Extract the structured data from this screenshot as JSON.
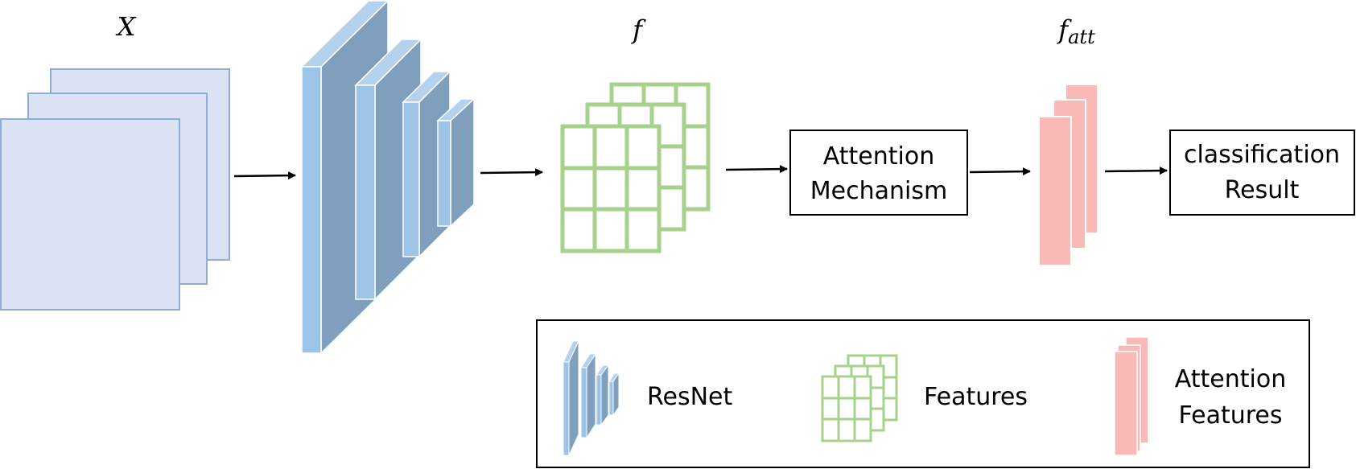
{
  "input": {
    "symbol": "X"
  },
  "features": {
    "symbol": "f"
  },
  "attention_features": {
    "symbol_base": "f",
    "symbol_sub": "att"
  },
  "attention_box": {
    "line1": "Attention",
    "line2": "Mechanism"
  },
  "result_box": {
    "line1": "classification",
    "line2": "Result"
  },
  "legend": {
    "resnet": "ResNet",
    "features": "Features",
    "attention_line1": "Attention",
    "attention_line2": "Features"
  },
  "colors": {
    "input_fill": "#dae3f3",
    "input_stroke": "#8faadc",
    "resnet_front": "#9dc3e6",
    "resnet_side": "#7f9fbd",
    "resnet_top": "#b4d1ee",
    "features_green": "#a9d18e",
    "attention_pink": "#f8b9b7",
    "arrow": "#000000"
  }
}
